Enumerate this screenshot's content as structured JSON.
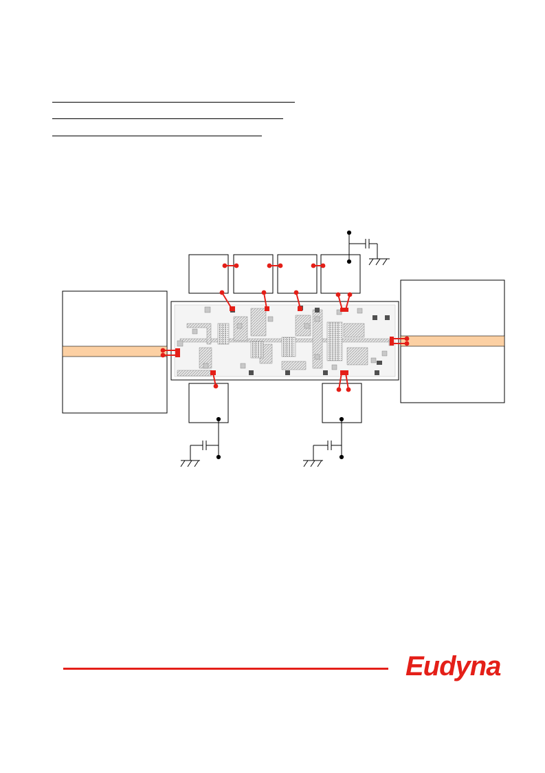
{
  "colors": {
    "accent_red": "#e41f18",
    "microstrip": "#fcd0a3",
    "line": "#000000",
    "chip_fill": "#d9d9d9",
    "chip_pad": "#a6a6a6",
    "chip_dark": "#505050"
  },
  "header": {
    "rules": [
      "rule-1",
      "rule-2",
      "rule-3"
    ]
  },
  "diagram": {
    "substrates": {
      "input": "input-substrate",
      "output": "output-substrate"
    },
    "capacitors": [
      "gate-bias-cap-top",
      "drain-bias-cap-left",
      "drain-bias-cap-right"
    ]
  },
  "footer": {
    "logo_text": "Eudyna",
    "logo_color": "#e41f18"
  }
}
